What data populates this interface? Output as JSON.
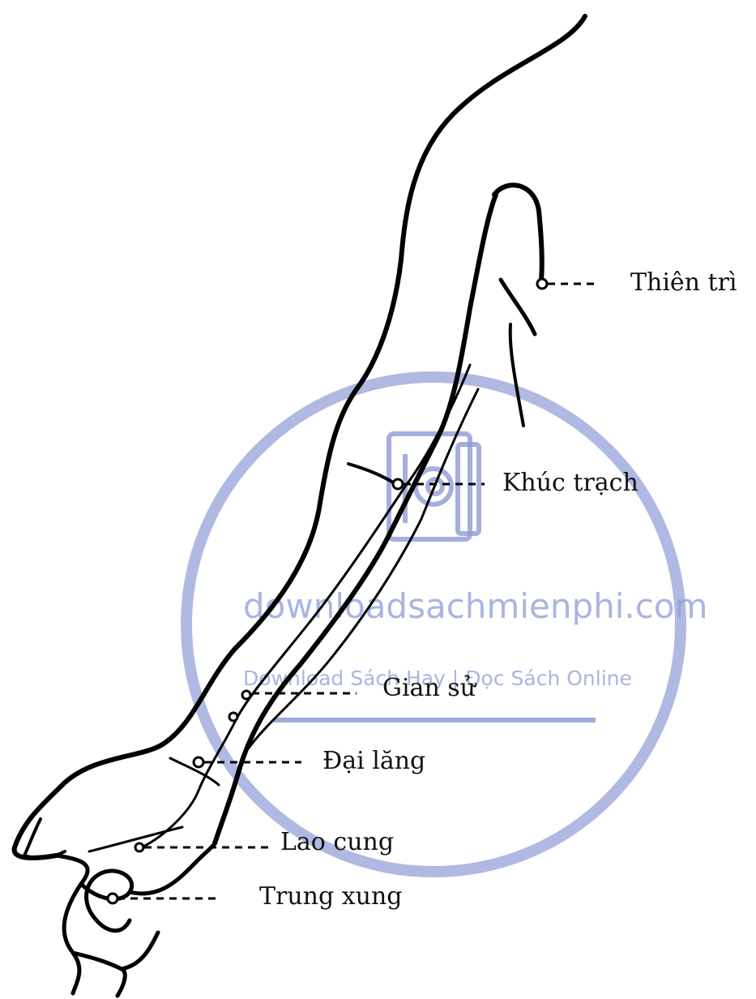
{
  "points": [
    {
      "id": "thien-tri",
      "label": "Thiên trì"
    },
    {
      "id": "khuc-trach",
      "label": "Khúc trạch"
    },
    {
      "id": "gian-su",
      "label": "Gian sử"
    },
    {
      "id": "dai-lang",
      "label": "Đại lăng"
    },
    {
      "id": "lao-cung",
      "label": "Lao cung"
    },
    {
      "id": "trung-xung",
      "label": "Trung xung"
    }
  ],
  "watermark": {
    "site": "downloadsachmienphi.com",
    "tagline": "Download Sách Hay | Đọc Sách Online",
    "color": "#8f9bd6"
  }
}
